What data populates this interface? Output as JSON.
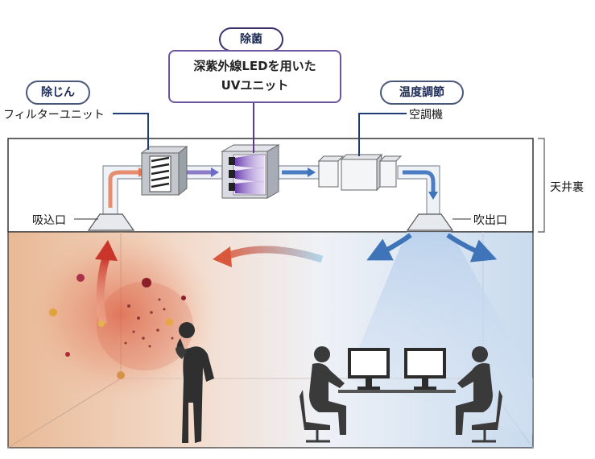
{
  "labels": {
    "dust_removal": "除じん",
    "filter_unit": "フィルターユニット",
    "sterilization": "除菌",
    "uv_line1": "深紫外線LEDを用いた",
    "uv_line2": "UVユニット",
    "temperature_control": "温度調節",
    "air_conditioner": "空調機",
    "ceiling_space": "天井裏",
    "intake": "吸込口",
    "outlet": "吹出口"
  },
  "colors": {
    "warm_airflow": "#d9573a",
    "cool_airflow": "#3f74b8",
    "uv_light": "#7a55b8",
    "room_warm": "#f3c9a3",
    "room_cool": "#c6d9ee"
  }
}
